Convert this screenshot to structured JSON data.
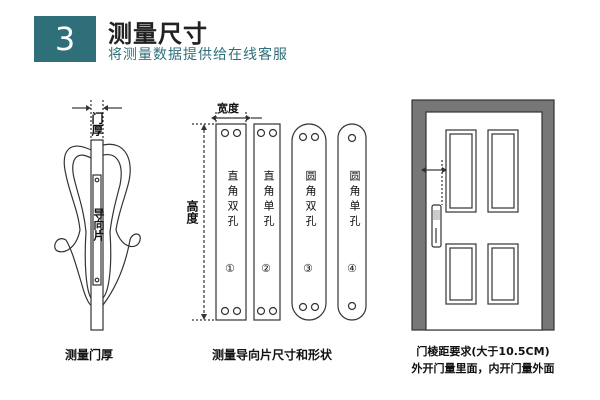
{
  "header": {
    "step_number": "3",
    "title": "测量尺寸",
    "subtitle": "将测量数据提供给在线客服"
  },
  "panel_left": {
    "door_thickness_label": "门厚",
    "guide_plate_label": "导向片",
    "caption": "测量门厚"
  },
  "panel_middle": {
    "width_label": "宽度",
    "height_label": "高度",
    "plates": [
      {
        "text": "直角双孔",
        "num": "①"
      },
      {
        "text": "直角单孔",
        "num": "②"
      },
      {
        "text": "圆角双孔",
        "num": "③"
      },
      {
        "text": "圆角单孔",
        "num": "④"
      }
    ],
    "caption": "测量导向片尺寸和形状"
  },
  "panel_right": {
    "caption_line1": "门棱距要求(大于10.5CM)",
    "caption_line2": "外开门量里面，内开门量外面"
  },
  "colors": {
    "accent": "#2f6f7a",
    "line": "#333333"
  }
}
